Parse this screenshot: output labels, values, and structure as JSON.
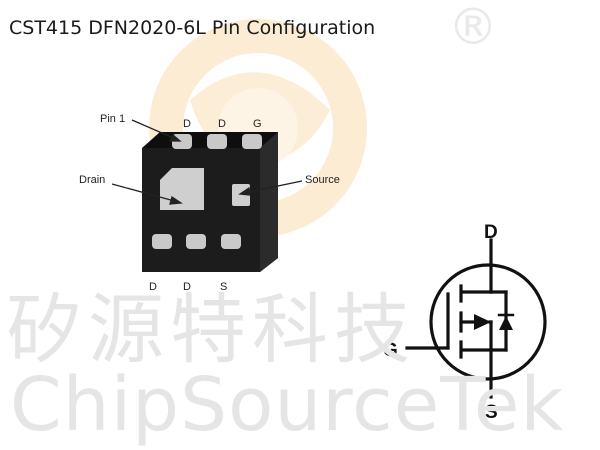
{
  "title": "CST415 DFN2020-6L Pin Configuration",
  "watermark": {
    "registered": "®",
    "chinese": "矽源特科技",
    "english": "ChipSourceTek",
    "logo_colors": [
      "#fbe7c4",
      "#f6d29a"
    ]
  },
  "package": {
    "pin1_label": "Pin 1",
    "drain_label": "Drain",
    "source_label": "Source",
    "top_pins": [
      "D",
      "D",
      "G"
    ],
    "bottom_pins": [
      "D",
      "D",
      "S"
    ],
    "body_color": "#1c1c1c",
    "pad_color": "#c9c9c9"
  },
  "symbol": {
    "drain": "D",
    "gate": "G",
    "source": "S"
  }
}
